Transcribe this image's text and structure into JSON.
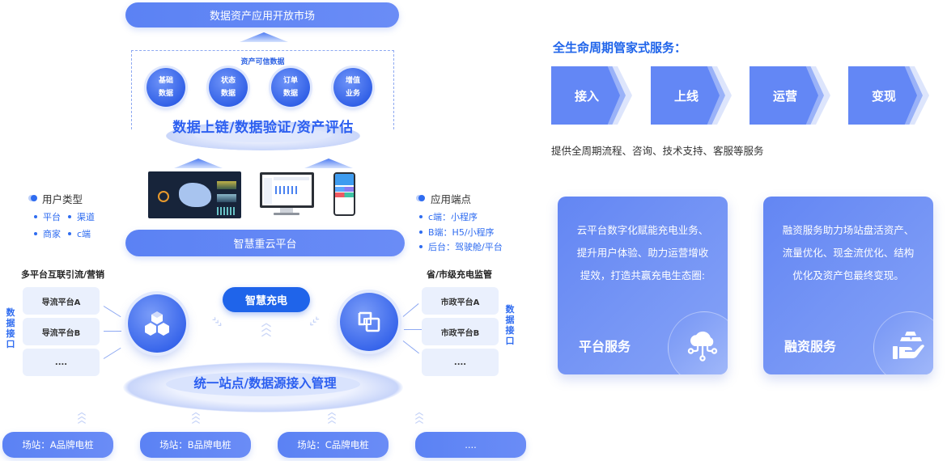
{
  "colors": {
    "primary": "#5b82f4",
    "accent": "#1f64ea",
    "title_blue": "#2c5ff0",
    "box_bg": "#eaf0fd"
  },
  "left_diagram": {
    "market_bar": "数据资产应用开放市场",
    "credible_data": {
      "title": "资产可信数据",
      "orbs": [
        {
          "line1": "基础",
          "line2": "数据"
        },
        {
          "line1": "状态",
          "line2": "数据"
        },
        {
          "line1": "订单",
          "line2": "数据"
        },
        {
          "line1": "增值",
          "line2": "业务"
        }
      ]
    },
    "chain_title": "数据上链/数据验证/资产评估",
    "screens": [
      "dashboard-screen",
      "desktop-monitor",
      "mobile-phone"
    ],
    "user_types": {
      "title": "用户类型",
      "items": [
        "平台",
        "渠道",
        "商家",
        "c端"
      ]
    },
    "app_endpoints": {
      "title": "应用端点",
      "items": [
        "c端：小程序",
        "B端：H5/小程序",
        "后台：驾驶舱/平台"
      ]
    },
    "platform_bar": "智慧重云平台",
    "left_section": {
      "title": "多平台互联引流/营销",
      "boxes": [
        "导流平台A",
        "导流平台B",
        "...."
      ],
      "vertical_label": "数据接口",
      "hub_icon": "cubes-icon"
    },
    "right_section": {
      "title": "省/市级充电监管",
      "boxes": [
        "市政平台A",
        "市政平台B",
        "...."
      ],
      "vertical_label": "数据接口",
      "hub_icon": "overlap-squares-icon"
    },
    "smart_charge": "智慧充电",
    "unified_title": "统一站点/数据源接入管理",
    "stations": [
      "场站：A品牌电桩",
      "场站：B品牌电桩",
      "场站：C品牌电桩",
      "...."
    ]
  },
  "right_panel": {
    "title": "全生命周期管家式服务：",
    "steps": [
      "接入",
      "上线",
      "运营",
      "变现"
    ],
    "description": "提供全周期流程、咨询、技术支持、客服等服务",
    "cards": [
      {
        "body": "云平台数字化赋能充电业务、提升用户体验、助力运营增收提效，打造共赢充电生态圈:",
        "name": "平台服务",
        "icon": "cloud-network-icon"
      },
      {
        "body": "融资服务助力场站盘活资产、流量优化、现金流优化、结构优化及资产包最终变现。",
        "name": "融资服务",
        "icon": "hand-gold-icon"
      }
    ]
  }
}
